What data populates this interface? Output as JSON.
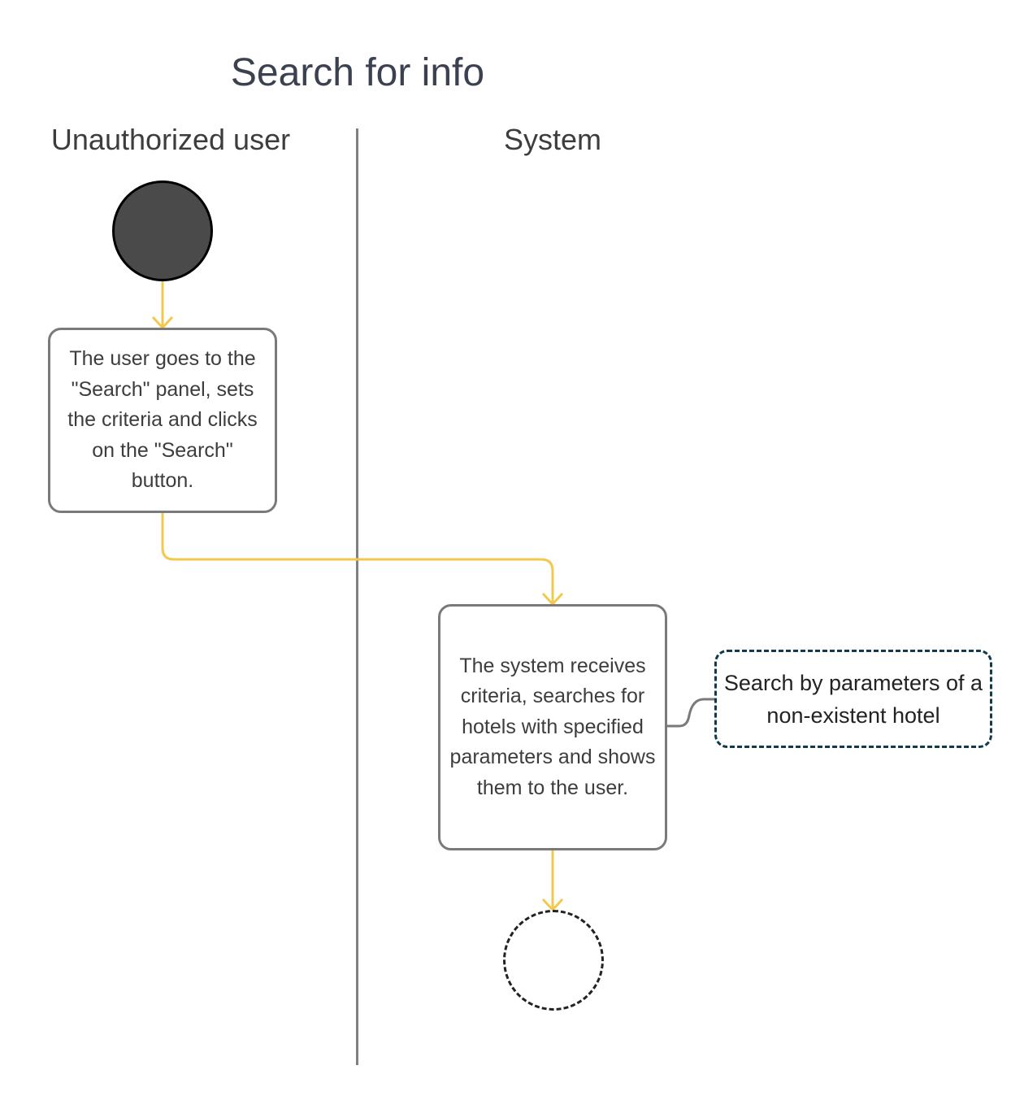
{
  "title": "Search for info",
  "lanes": [
    {
      "label": "Unauthorized user"
    },
    {
      "label": "System"
    }
  ],
  "nodes": {
    "action_user": "The user goes to the \"Search\" panel, sets the criteria and clicks on the \"Search\" button.",
    "action_system": "The system receives criteria, searches for hotels with specified parameters and shows them to the user.",
    "note": "Search by parameters of a non-existent hotel"
  },
  "colors": {
    "flow_arrow": "#f2c94c",
    "note_border": "#113a4c",
    "lane_divider": "#808080",
    "start_fill": "#4a4a4a"
  }
}
